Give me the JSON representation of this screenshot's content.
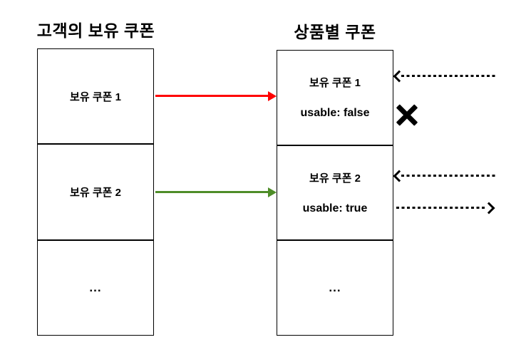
{
  "left_column": {
    "title": "고객의 보유 쿠폰",
    "cells": [
      "보유 쿠폰 1",
      "보유 쿠폰 2",
      "..."
    ]
  },
  "right_column": {
    "title": "상품별 쿠폰",
    "cells": [
      {
        "name": "보유 쿠폰 1",
        "status": "usable: false"
      },
      {
        "name": "보유 쿠폰 2",
        "status": "usable: true"
      },
      {
        "name": "...",
        "status": ""
      }
    ]
  },
  "icons": {
    "x_mark": "x-mark-icon",
    "solid_arrow_invalid": "arrow-right-icon",
    "solid_arrow_valid": "arrow-right-icon",
    "dotted_arrow_in": "dotted-arrow-left-icon",
    "dotted_arrow_out": "dotted-arrow-right-icon"
  },
  "colors": {
    "arrow_invalid": "#ff0000",
    "arrow_valid": "#4e8d28",
    "dotted_line": "#000000",
    "border": "#000000",
    "background": "#ffffff"
  }
}
